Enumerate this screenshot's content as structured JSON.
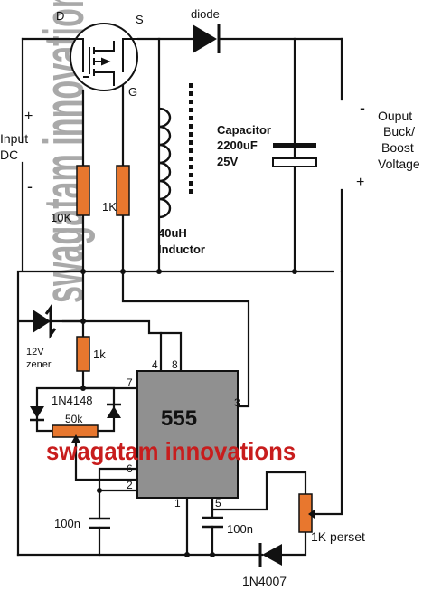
{
  "labels": {
    "d": "D",
    "s": "S",
    "g": "G",
    "diode": "diode",
    "input_plus": "+",
    "input": "Input",
    "dc": "DC",
    "input_minus": "-",
    "r10k": "10K",
    "r1k_gate": "1K",
    "capacitor": "Capacitor",
    "cap_value": "2200uF",
    "cap_voltage": "25V",
    "inductor_value": "40uH",
    "inductor": "Inductor",
    "out_minus": "-",
    "output": "Ouput",
    "buck": "Buck/",
    "boost": "Boost",
    "voltage": "Voltage",
    "out_plus": "+",
    "zener_v": "12V",
    "zener": "zener",
    "r1k_zener": "1k",
    "d1n4148": "1N4148",
    "pot50k": "50k",
    "ic": "555",
    "pin4": "4",
    "pin8": "8",
    "pin7": "7",
    "pin3": "3",
    "pin6": "6",
    "pin2": "2",
    "pin1": "1",
    "pin5": "5",
    "cap100n_a": "100n",
    "cap100n_b": "100n",
    "preset": "1K perset",
    "d1n4007": "1N4007"
  },
  "watermark": {
    "vertical": "swagatam innovations",
    "horizontal": "swagatam innovations"
  },
  "colors": {
    "wire": "#111111",
    "resistor": "#e8772e",
    "ic_fill": "#909090",
    "watermark_vertical": "#9a9a9a",
    "watermark_horizontal": "#c81d1d"
  }
}
